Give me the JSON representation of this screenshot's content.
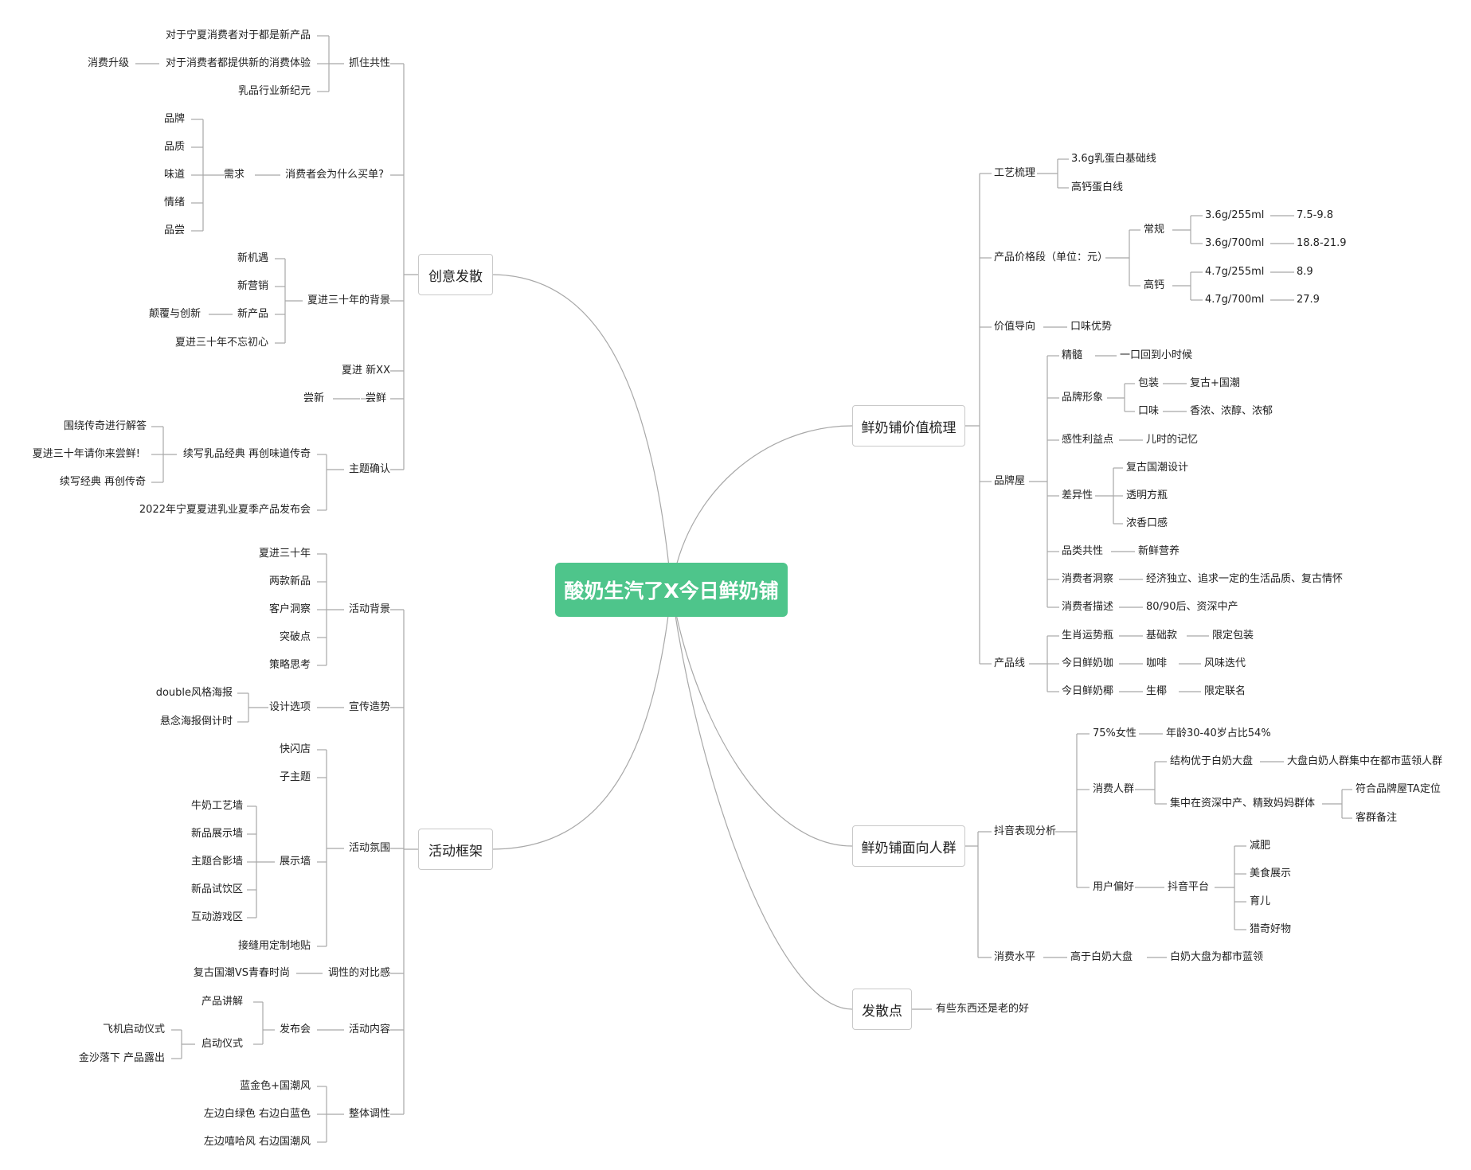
{
  "root": "酸奶生汽了X今日鲜奶铺",
  "main": {
    "creative": "创意发散",
    "framework": "活动框架",
    "value": "鲜奶铺价值梳理",
    "audience": "鲜奶铺面向人群",
    "divergent": "发散点"
  },
  "left": {
    "grasp": "抓住共性",
    "g1": "对于宁夏消费者对于都是新产品",
    "g2": "对于消费者都提供新的消费体验",
    "g2a": "消费升级",
    "g3": "乳品行业新纪元",
    "why": "消费者会为什么买单?",
    "need": "需求",
    "n1": "品牌",
    "n2": "品质",
    "n3": "味道",
    "n4": "情绪",
    "n5": "品尝",
    "bg30": "夏进三十年的背景",
    "b1": "新机遇",
    "b2": "新营销",
    "b3": "新产品",
    "b3a": "颠覆与创新",
    "b4": "夏进三十年不忘初心",
    "xiajin": "夏进 新XX",
    "tasteFresh": "尝鲜",
    "tasteNew": "尝新",
    "theme": "主题确认",
    "t1": "续写乳品经典 再创味道传奇",
    "t1a": "围绕传奇进行解答",
    "t1b": "夏进三十年请你来尝鲜!",
    "t1c": "续写经典 再创传奇",
    "t2": "2022年宁夏夏进乳业夏季产品发布会",
    "actbg": "活动背景",
    "ab1": "夏进三十年",
    "ab2": "两款新品",
    "ab3": "客户洞察",
    "ab4": "突破点",
    "ab5": "策略思考",
    "promo": "宣传造势",
    "design": "设计选项",
    "d1": "double风格海报",
    "d2": "悬念海报倒计时",
    "atmos": "活动氛围",
    "at1": "快闪店",
    "at2": "子主题",
    "wall": "展示墙",
    "w1": "牛奶工艺墙",
    "w2": "新品展示墙",
    "w3": "主题合影墙",
    "w4": "新品试饮区",
    "w5": "互动游戏区",
    "at3": "接缝用定制地贴",
    "contrast": "调性的对比感",
    "c1": "复古国潮VS青春时尚",
    "content": "活动内容",
    "launch": "发布会",
    "l1": "产品讲解",
    "ceremony": "启动仪式",
    "ce1": "飞机启动仪式",
    "ce2": "金沙落下 产品露出",
    "tone": "整体调性",
    "to1": "蓝金色+国潮风",
    "to2": "左边白绿色 右边白蓝色",
    "to3": "左边嘻哈风 右边国潮风"
  },
  "right": {
    "craft": "工艺梳理",
    "cr1": "3.6g乳蛋白基础线",
    "cr2": "高钙蛋白线",
    "price": "产品价格段（单位：元）",
    "regular": "常规",
    "p1": "3.6g/255ml",
    "p1v": "7.5-9.8",
    "p2": "3.6g/700ml",
    "p2v": "18.8-21.9",
    "highca": "高钙",
    "p3": "4.7g/255ml",
    "p3v": "8.9",
    "p4": "4.7g/700ml",
    "p4v": "27.9",
    "valueGuide": "价值导向",
    "vg1": "口味优势",
    "house": "品牌屋",
    "essence": "精髓",
    "es1": "一口回到小时候",
    "image": "品牌形象",
    "pack": "包装",
    "pack1": "复古+国潮",
    "taste": "口味",
    "taste1": "香浓、浓醇、浓郁",
    "emotion": "感性利益点",
    "em1": "儿时的记忆",
    "diff": "差异性",
    "df1": "复古国潮设计",
    "df2": "透明方瓶",
    "df3": "浓香口感",
    "common": "品类共性",
    "co1": "新鲜营养",
    "insight": "消费者洞察",
    "in1": "经济独立、追求一定的生活品质、复古情怀",
    "describe": "消费者描述",
    "de1": "80/90后、资深中产",
    "line": "产品线",
    "pl1": "生肖运势瓶",
    "pl1a": "基础款",
    "pl1b": "限定包装",
    "pl2": "今日鲜奶咖",
    "pl2a": "咖啡",
    "pl2b": "风味迭代",
    "pl3": "今日鲜奶椰",
    "pl3a": "生椰",
    "pl3b": "限定联名",
    "douyin": "抖音表现分析",
    "female": "75%女性",
    "fe1": "年龄30-40岁占比54%",
    "crowd": "消费人群",
    "cw1": "结构优于白奶大盘",
    "cw1a": "大盘白奶人群集中在都市蓝领人群",
    "cw2": "集中在资深中产、精致妈妈群体",
    "cw2a": "符合品牌屋TA定位",
    "cw2b": "客群备注",
    "pref": "用户偏好",
    "platform": "抖音平台",
    "pf1": "减肥",
    "pf2": "美食展示",
    "pf3": "育儿",
    "pf4": "猎奇好物",
    "level": "消费水平",
    "lv1": "高于白奶大盘",
    "lv2": "白奶大盘为都市蓝领",
    "old": "有些东西还是老的好"
  },
  "colors": {
    "root_fill": "#4ec58b",
    "line": "#999999",
    "box_border": "#c9c9c9",
    "text": "#222222"
  }
}
